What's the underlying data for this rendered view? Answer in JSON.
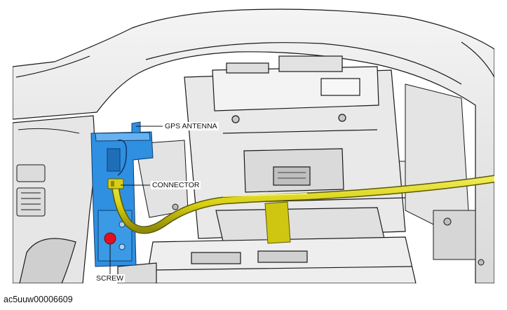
{
  "figure": {
    "labels": {
      "gps_antenna": "GPS ANTENNA",
      "connector": "CONNECTOR",
      "screw": "SCREW"
    },
    "caption_id": "ac5uuw00006609"
  },
  "colors": {
    "bracket": "#2f8fe0",
    "cable": "#d8d010",
    "screw_marker": "#e01020",
    "line_art": "#1a1a1a",
    "shading": "#e8e8e8"
  }
}
